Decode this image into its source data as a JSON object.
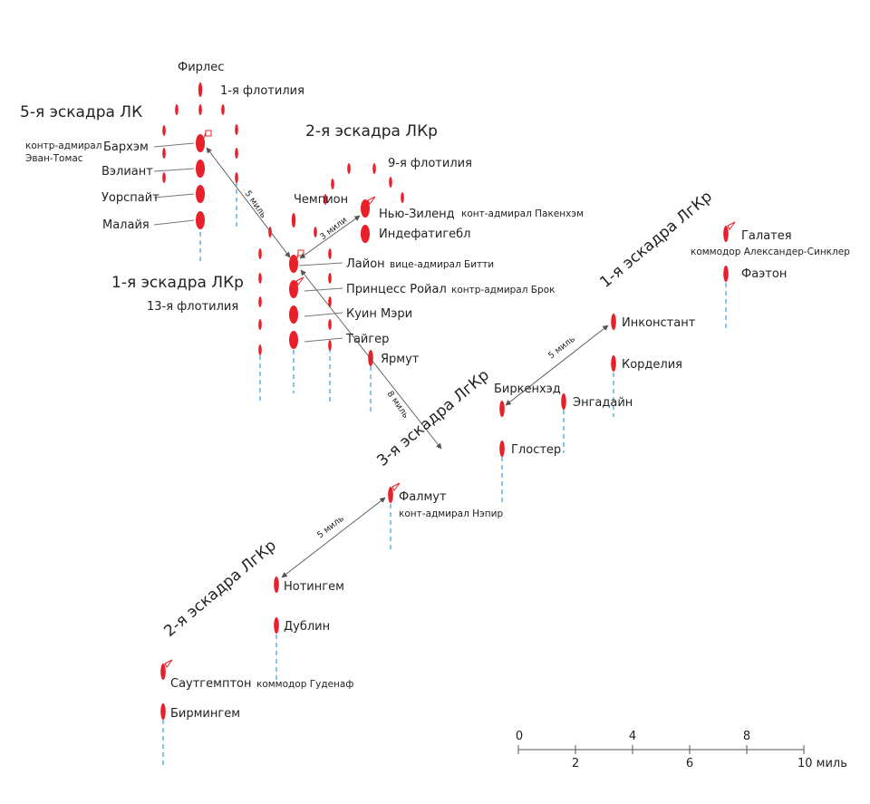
{
  "squadrons": {
    "bs5": "5-я эскадра ЛК",
    "bcs2": "2-я эскадра ЛКр",
    "bcs1": "1-я эскадра ЛКр",
    "lcs1": "1-я эскадра ЛгКр",
    "lcs3": "3-я эскадра ЛгКр",
    "lcs2": "2-я эскадра ЛгКр"
  },
  "flotillas": {
    "f1": "1-я флотилия",
    "f9": "9-я флотилия",
    "f13": "13-я флотилия"
  },
  "ships": {
    "fearless": "Фирлес",
    "barham": "Бархэм",
    "valiant": "Вэлиант",
    "warspite": "Уорспайт",
    "malaya": "Малайя",
    "champion": "Чемпион",
    "new_zealand": "Нью-Зиленд",
    "indefatigable": "Индефатигебл",
    "lion": "Лайон",
    "princess_royal": "Принцесс Ройал",
    "queen_mary": "Куин Мэри",
    "tiger": "Тайгер",
    "yarmouth": "Ярмут",
    "galatea": "Галатея",
    "phaeton": "Фаэтон",
    "inconstant": "Инконстант",
    "cordelia": "Корделия",
    "birkenhead": "Биркенхэд",
    "engadine": "Энгадайн",
    "gloucester": "Глостер",
    "falmouth": "Фалмут",
    "nottingham": "Нотингем",
    "dublin": "Дублин",
    "southampton": "Саутгемптон",
    "birmingham": "Бирмингем"
  },
  "commanders": {
    "evan_thomas_1": "контр-адмирал",
    "evan_thomas_2": "Эван-Томас",
    "pakenham": "конт-адмирал Пакенхэм",
    "beatty": "вице-адмирал Битти",
    "brock": "контр-адмирал Брок",
    "sinclair": "коммодор Александер-Синклер",
    "napier": "конт-адмирал Нэпир",
    "goodenough": "коммодор Гуденаф"
  },
  "distances": {
    "d_lion_barham": "5 миль",
    "d_lion_nz": "3 мили",
    "d_lion_lcs3": "8 миль",
    "d_birk_incon": "5 миль",
    "d_falm_nott": "5 миль"
  },
  "scale": {
    "ticks_top": [
      "0",
      "4",
      "8"
    ],
    "ticks_bottom": [
      "2",
      "6",
      "10 миль"
    ]
  },
  "colors": {
    "ship": "#e8202a",
    "wake": "#4aa3df",
    "text": "#222222"
  }
}
